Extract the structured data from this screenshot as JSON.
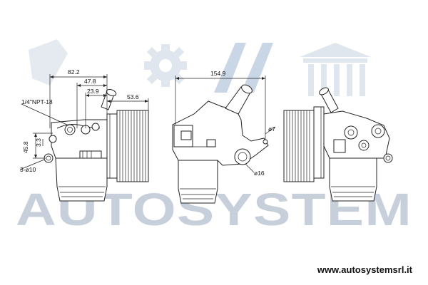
{
  "watermark": {
    "text": "AUTOSYSTEM"
  },
  "website": "www.autosystemsrl.it",
  "dimensions": {
    "d1": "82.2",
    "d2": "47.8",
    "d3": "23.9",
    "d4": "53.6",
    "d5": "1/4\"NPT-18",
    "d6": "45.8",
    "d7": "3.3",
    "d8": "3-ø10",
    "d9": "154.9",
    "d10": "ø7",
    "d11": "ø16"
  },
  "colors": {
    "watermark": "#c7d0da",
    "line": "#222222"
  }
}
